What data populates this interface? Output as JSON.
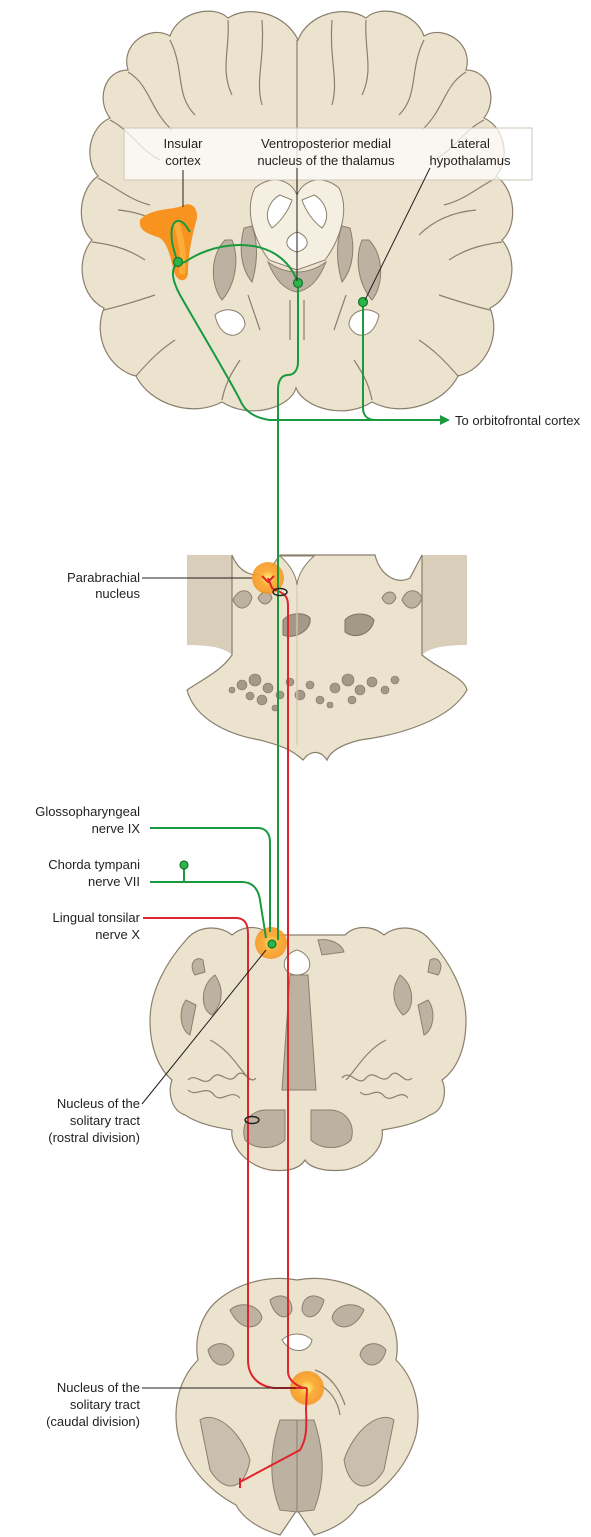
{
  "labels": {
    "insular_cortex_1": "Insular",
    "insular_cortex_2": "cortex",
    "vpm_1": "Ventroposterior medial",
    "vpm_2": "nucleus of the thalamus",
    "lat_hypo_1": "Lateral",
    "lat_hypo_2": "hypothalamus",
    "orbitofrontal": "To orbitofrontal cortex",
    "parabrachial_1": "Parabrachial",
    "parabrachial_2": "nucleus",
    "glosso_1": "Glossopharyngeal",
    "glosso_2": "nerve IX",
    "chorda_1": "Chorda tympani",
    "chorda_2": "nerve VII",
    "lingual_1": "Lingual tonsilar",
    "lingual_2": "nerve X",
    "nts_rostral_1": "Nucleus of the",
    "nts_rostral_2": "solitary tract",
    "nts_rostral_3": "(rostral division)",
    "nts_caudal_1": "Nucleus of the",
    "nts_caudal_2": "solitary tract",
    "nts_caudal_3": "(caudal division)"
  },
  "colors": {
    "tissue": "#ece3cf",
    "gray_matter": "#bdb2a1",
    "green_pathway": "#1a9a3e",
    "red_pathway": "#e0242b",
    "highlight": "#f7931e"
  }
}
